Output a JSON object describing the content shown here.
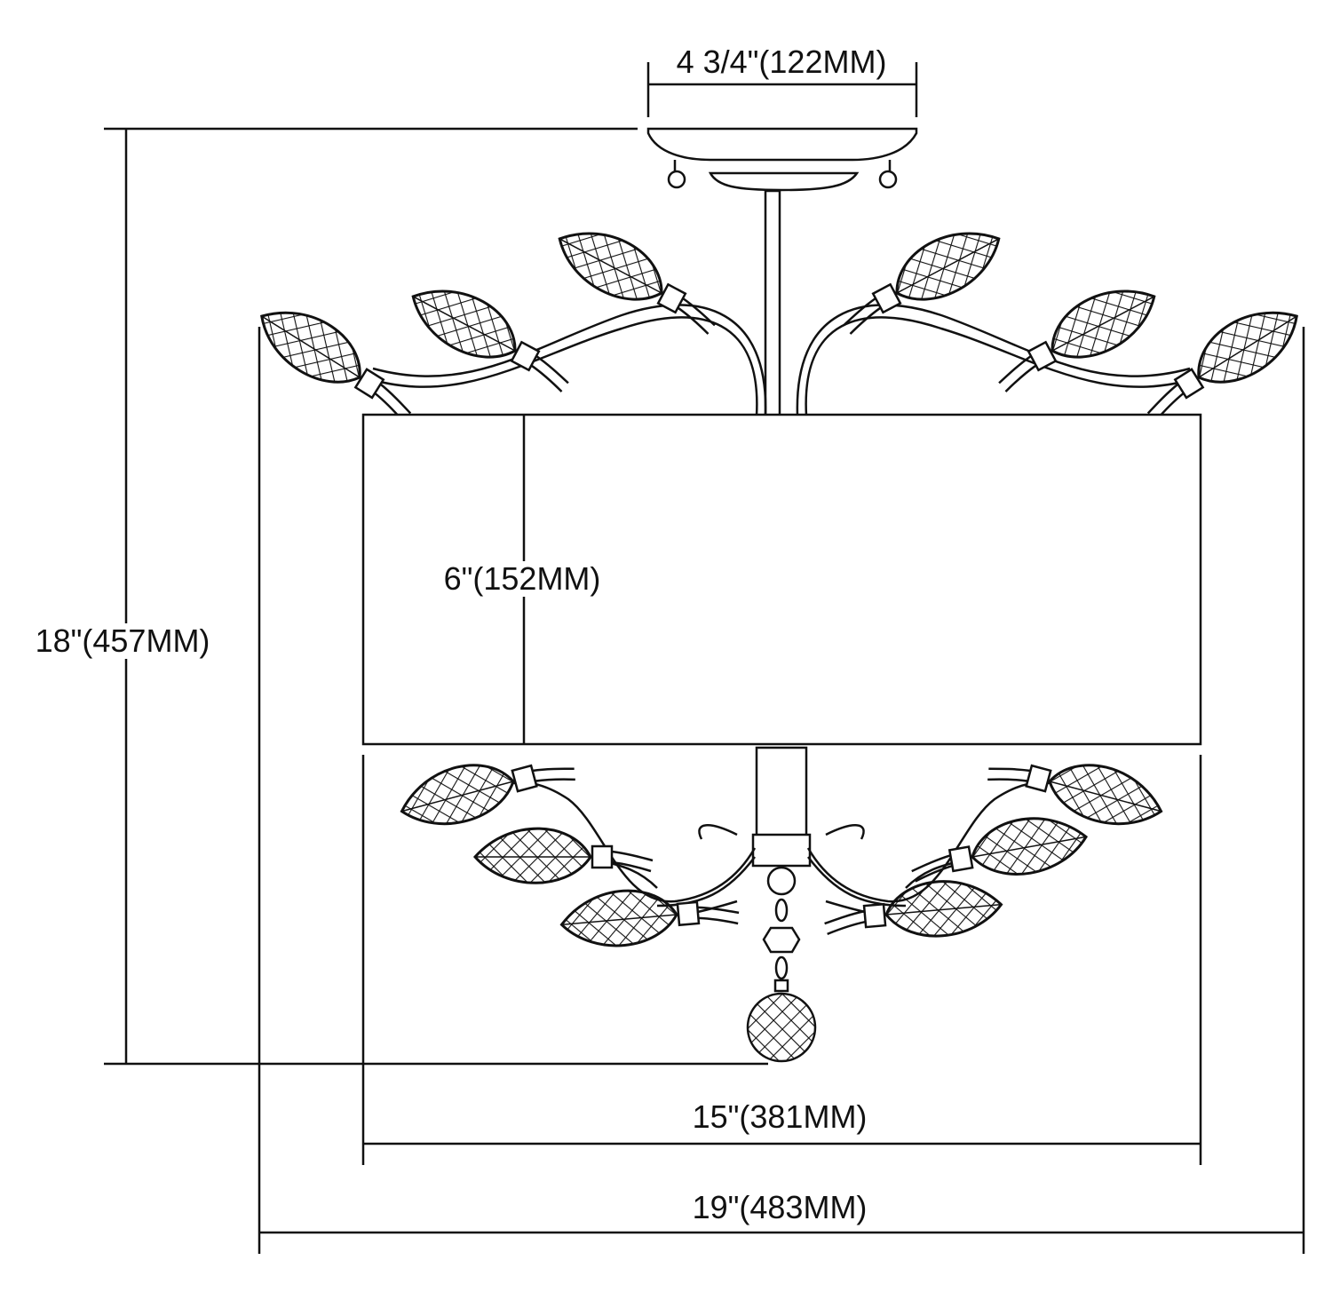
{
  "dimensions": {
    "canopy_width": "4 3/4\"(122MM)",
    "overall_height": "18\"(457MM)",
    "shade_height": "6\"(152MM)",
    "shade_width": "15\"(381MM)",
    "overall_width": "19\"(483MM)"
  }
}
